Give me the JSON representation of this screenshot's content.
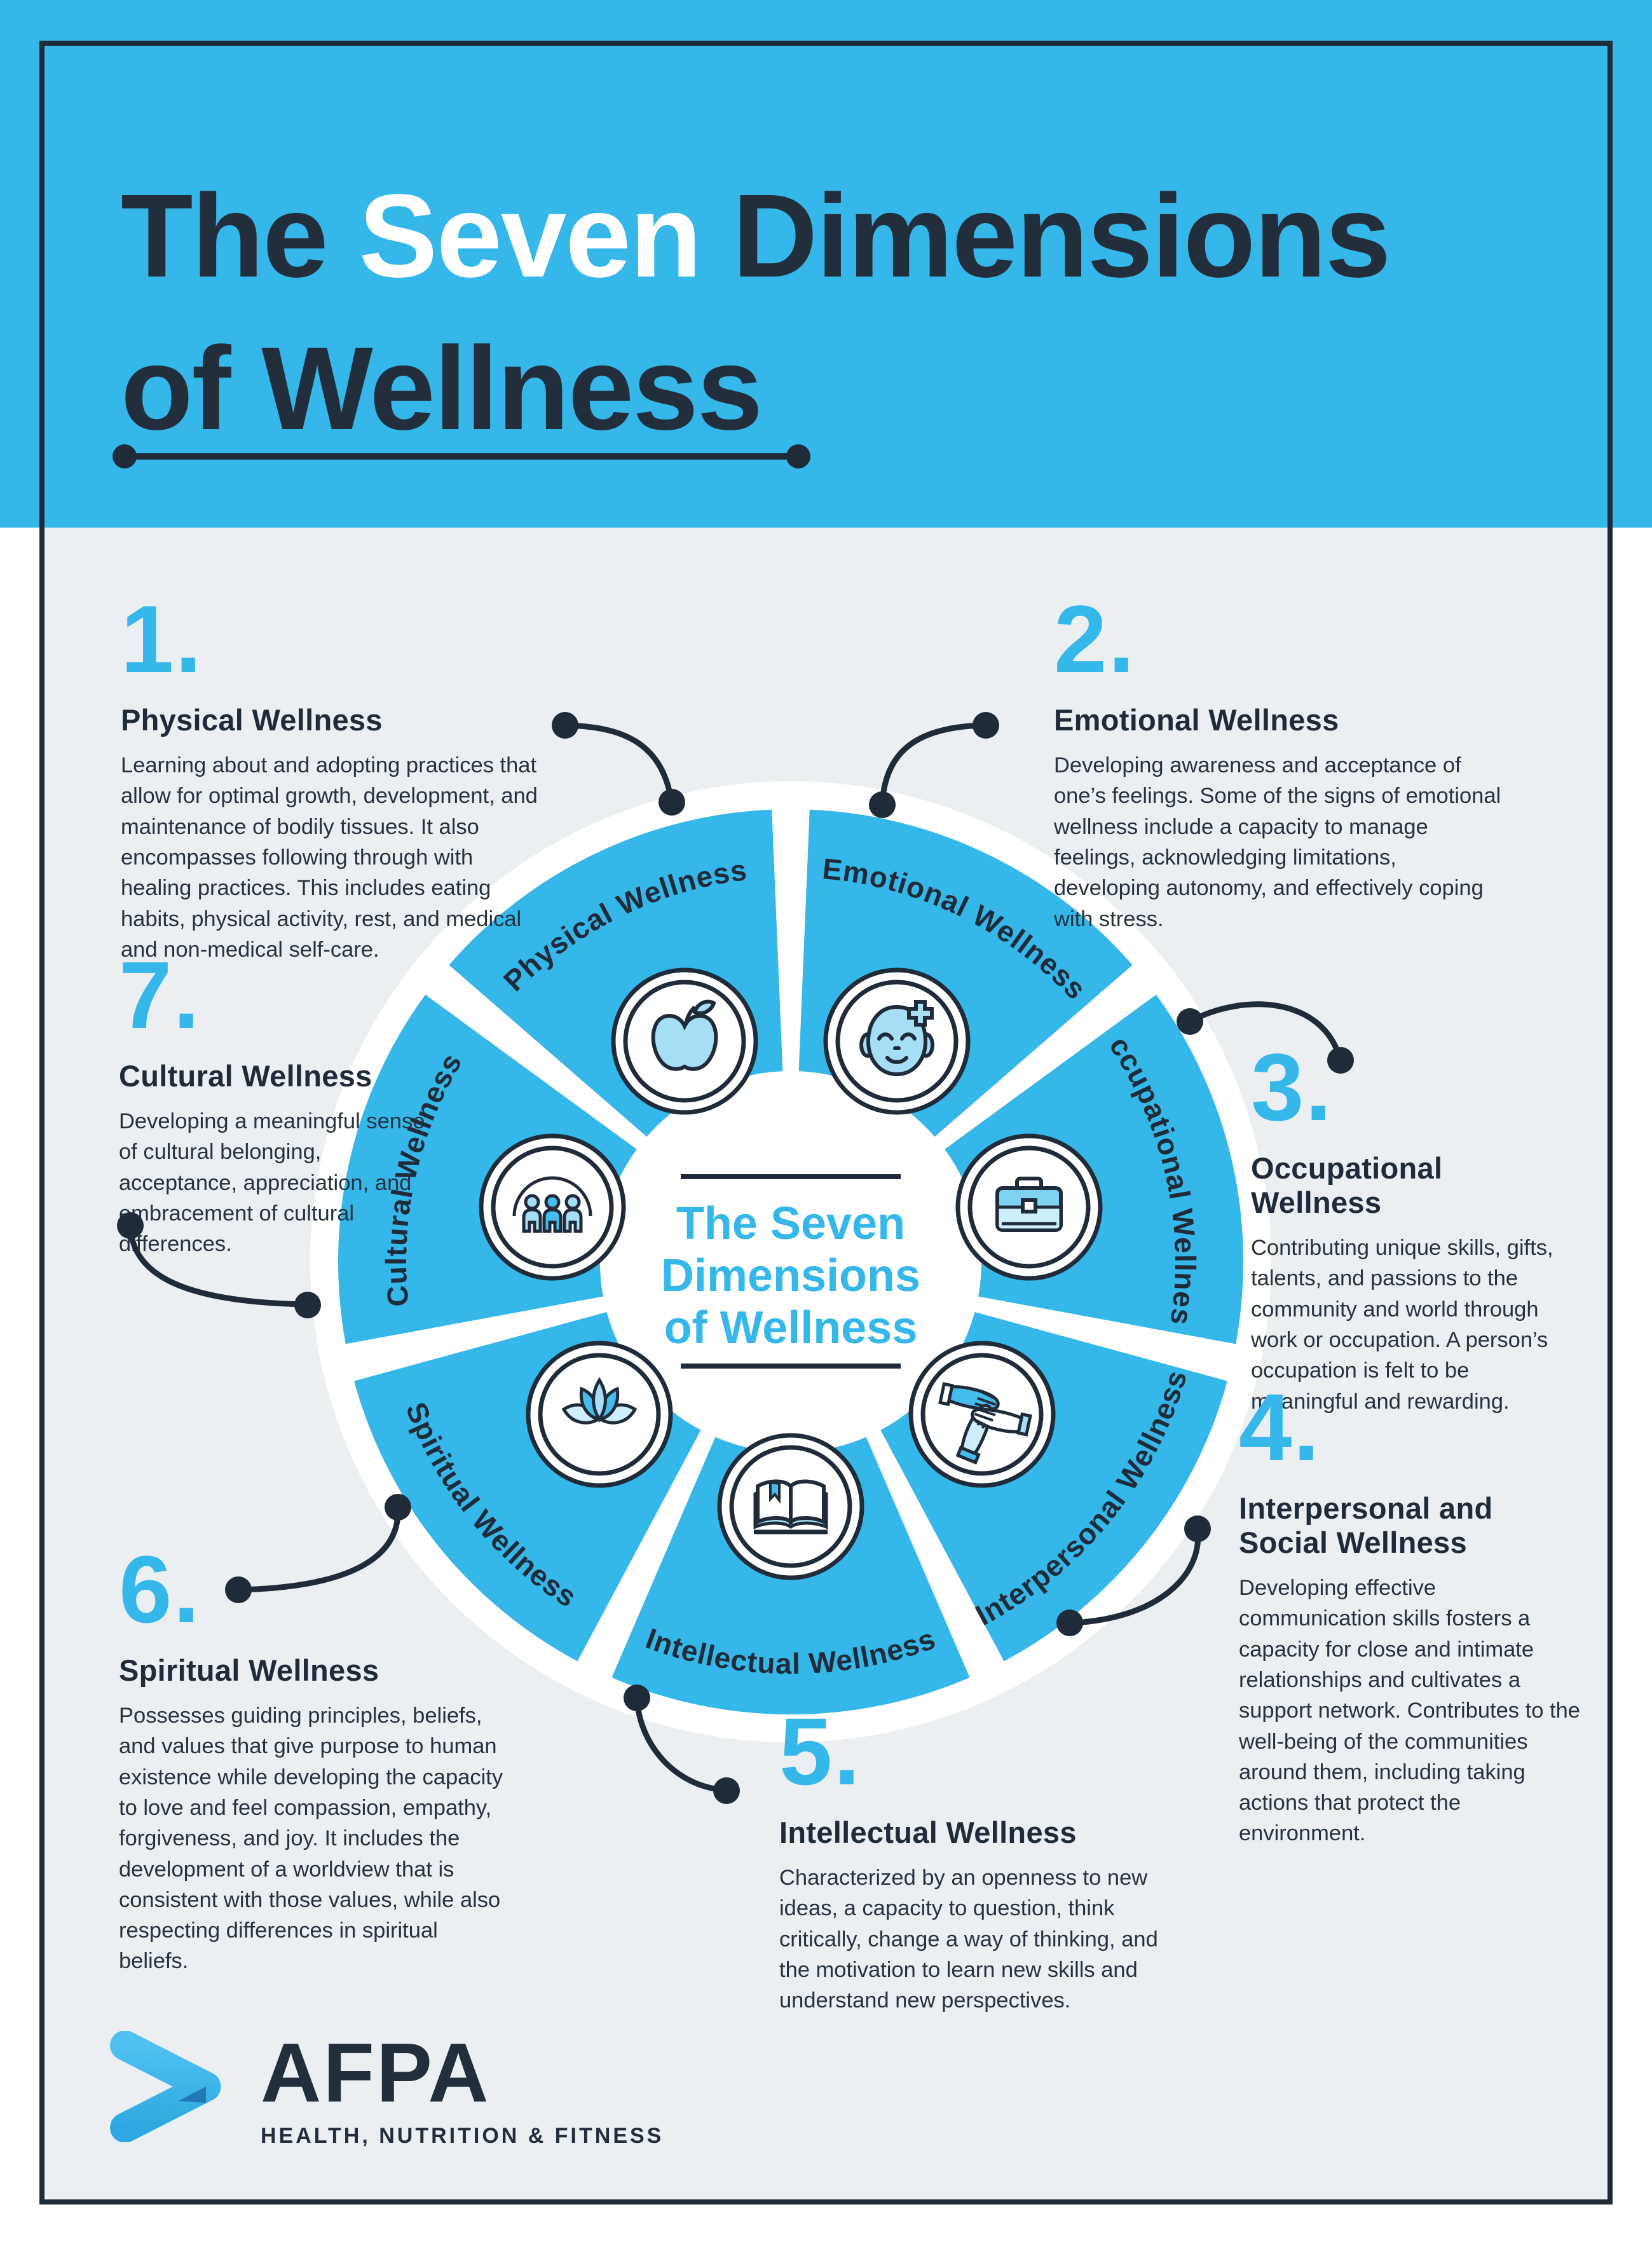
{
  "title": {
    "part1": "The ",
    "part2": "Seven",
    "part3": " Dimensions",
    "line2": "of Wellness"
  },
  "colors": {
    "accent_blue": "#35b7e9",
    "navy": "#1f2b39",
    "page_gray": "#ebeff2",
    "icon_light_blue": "#a6def5",
    "icon_mid_blue": "#45bdec",
    "icon_pale_blue": "#cdeefb"
  },
  "sections": [
    {
      "num": "1.",
      "heading": "Physical Wellness",
      "body": "Learning about and adopting practices that allow for optimal growth, development, and maintenance of bodily tissues. It also encompasses following through with healing practices. This includes eating habits, physical activity, rest, and medical and non-medical self-care."
    },
    {
      "num": "2.",
      "heading": "Emotional Wellness",
      "body": "Developing awareness and acceptance of one’s feelings. Some of the signs of emotional wellness include a capacity to manage feelings, acknowledging limitations, developing autonomy, and effectively coping with stress."
    },
    {
      "num": "3.",
      "heading": "Occupational Wellness",
      "body": "Contributing unique skills, gifts, talents, and passions to the community and world through work or occupation. A person’s occupation is felt to be meaningful and rewarding."
    },
    {
      "num": "4.",
      "heading": "Interpersonal and Social Wellness",
      "body": "Developing effective communication skills fosters a capacity for close and intimate relationships and cultivates a support network. Contributes to the well-being of the communities around them, including taking actions that protect the environment."
    },
    {
      "num": "5.",
      "heading": "Intellectual Wellness",
      "body": "Characterized by an openness to new ideas, a capacity to question, think critically, change a way of thinking, and the motivation to learn new skills and understand new perspectives."
    },
    {
      "num": "6.",
      "heading": "Spiritual Wellness",
      "body": "Possesses guiding principles, beliefs, and values that give purpose to human existence while developing the capacity to love and feel compassion, empathy, forgiveness, and joy. It includes the development of a worldview that is consistent with those values, while also respecting differences in spiritual beliefs."
    },
    {
      "num": "7.",
      "heading": "Cultural Wellness",
      "body": "Developing a meaningful sense of cultural belonging, acceptance, appreciation, and embracement of cultural differences."
    }
  ],
  "wheel": {
    "center_title": {
      "line1": "The Seven",
      "line2": "Dimensions",
      "line3": "of Wellness"
    },
    "segments": [
      {
        "label": "Physical Wellness",
        "icon": "apple-icon"
      },
      {
        "label": "Emotional Wellness",
        "icon": "smiling-face-plus-icon"
      },
      {
        "label": "Occupational Wellness",
        "icon": "briefcase-icon"
      },
      {
        "label": "Interpersonal Wellness",
        "icon": "stacked-hands-icon"
      },
      {
        "label": "Intellectual Wellness",
        "icon": "open-book-icon"
      },
      {
        "label": "Spiritual Wellness",
        "icon": "lotus-icon"
      },
      {
        "label": "Cultural Wellness",
        "icon": "people-group-icon"
      }
    ]
  },
  "logo": {
    "wordmark": "AFPA",
    "tagline": "HEALTH, NUTRITION & FITNESS"
  }
}
